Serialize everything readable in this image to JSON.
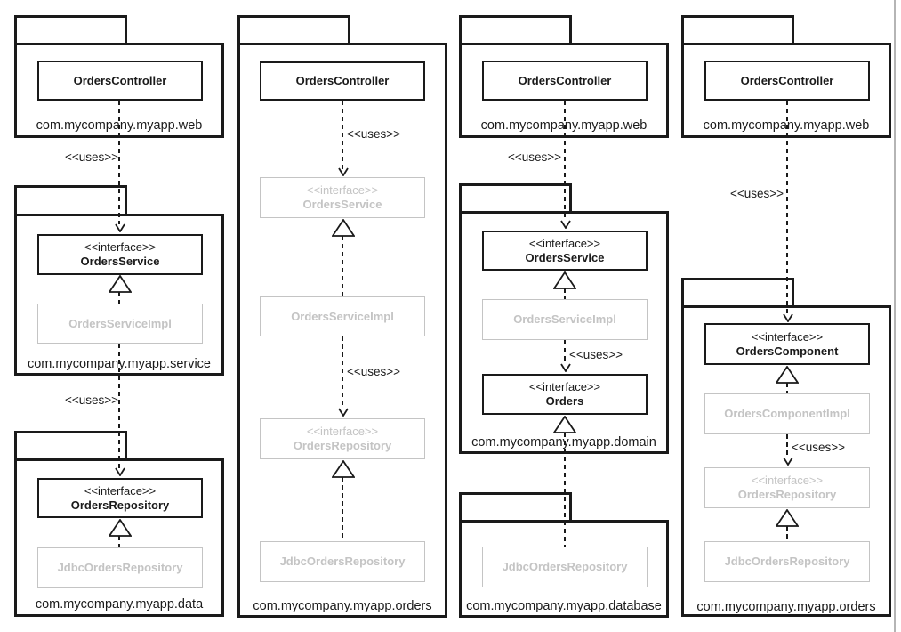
{
  "diagram": {
    "uses_label": "<<uses>>",
    "interface_stereotype": "<<interface>>",
    "colors": {
      "line": "#1a1a1a",
      "muted": "#c4c4c4",
      "background": "#ffffff",
      "right_edge": "#b5b5b5"
    },
    "columns": [
      {
        "packages": [
          {
            "label": "com.mycompany.myapp.web",
            "classes": [
              {
                "name": "OrdersController"
              }
            ]
          },
          {
            "label": "com.mycompany.myapp.service",
            "classes": [
              {
                "stereotype": "<<interface>>",
                "name": "OrdersService"
              },
              {
                "name": "OrdersServiceImpl"
              }
            ]
          },
          {
            "label": "com.mycompany.myapp.data",
            "classes": [
              {
                "stereotype": "<<interface>>",
                "name": "OrdersRepository"
              },
              {
                "name": "JdbcOrdersRepository"
              }
            ]
          }
        ]
      },
      {
        "packages": [
          {
            "label": "com.mycompany.myapp.orders",
            "classes": [
              {
                "name": "OrdersController"
              },
              {
                "stereotype": "<<interface>>",
                "name": "OrdersService"
              },
              {
                "name": "OrdersServiceImpl"
              },
              {
                "stereotype": "<<interface>>",
                "name": "OrdersRepository"
              },
              {
                "name": "JdbcOrdersRepository"
              }
            ]
          }
        ]
      },
      {
        "packages": [
          {
            "label": "com.mycompany.myapp.web",
            "classes": [
              {
                "name": "OrdersController"
              }
            ]
          },
          {
            "label": "com.mycompany.myapp.domain",
            "classes": [
              {
                "stereotype": "<<interface>>",
                "name": "OrdersService"
              },
              {
                "name": "OrdersServiceImpl"
              },
              {
                "stereotype": "<<interface>>",
                "name": "Orders"
              }
            ]
          },
          {
            "label": "com.mycompany.myapp.database",
            "classes": [
              {
                "name": "JdbcOrdersRepository"
              }
            ]
          }
        ]
      },
      {
        "packages": [
          {
            "label": "com.mycompany.myapp.web",
            "classes": [
              {
                "name": "OrdersController"
              }
            ]
          },
          {
            "label": "com.mycompany.myapp.orders",
            "classes": [
              {
                "stereotype": "<<interface>>",
                "name": "OrdersComponent"
              },
              {
                "name": "OrdersComponentImpl"
              },
              {
                "stereotype": "<<interface>>",
                "name": "OrdersRepository"
              },
              {
                "name": "JdbcOrdersRepository"
              }
            ]
          }
        ]
      }
    ]
  }
}
